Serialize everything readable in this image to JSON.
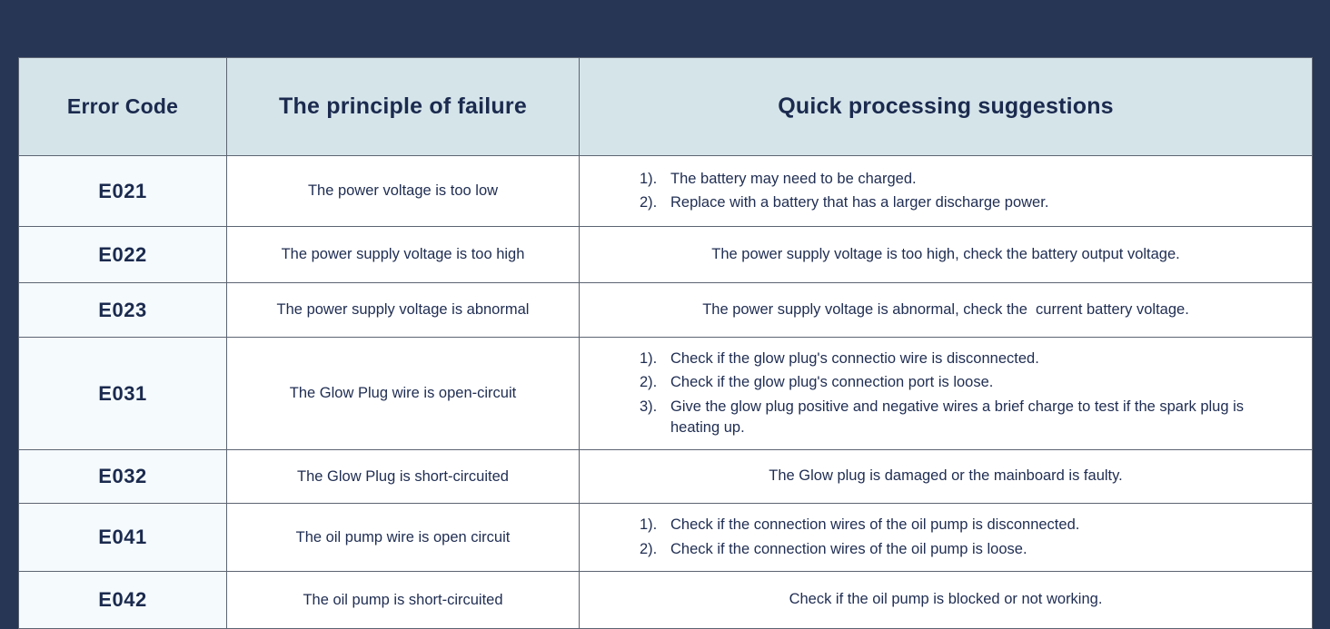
{
  "theme": {
    "page_background": "#273655",
    "header_background": "#d5e4e9",
    "code_cell_background": "#f5fafd",
    "cell_background": "#ffffff",
    "text_color": "#1f2d52",
    "heading_color": "#1b2a4e",
    "border_color": "#5c6472"
  },
  "table": {
    "headers": {
      "code": "Error Code",
      "reason": "The principle of failure",
      "fix": "Quick processing suggestions"
    },
    "rows": [
      {
        "code": "E021",
        "reason": "The power voltage is too low",
        "fix_type": "list",
        "fix_items": [
          {
            "num": "1).",
            "text": "The battery may need to be charged."
          },
          {
            "num": "2).",
            "text": "Replace with a battery that has a larger discharge power."
          }
        ]
      },
      {
        "code": "E022",
        "reason": "The power supply voltage is too high",
        "fix_type": "single",
        "fix_text": "The power supply voltage is too high, check the battery output voltage."
      },
      {
        "code": "E023",
        "reason": "The power supply voltage is  abnormal",
        "fix_type": "single",
        "fix_text": "The power supply voltage is abnormal, check the  current battery voltage."
      },
      {
        "code": "E031",
        "reason": "The Glow Plug wire is open-circuit",
        "fix_type": "list",
        "fix_items": [
          {
            "num": "1).",
            "text": "Check if the glow plug's connectio wire is disconnected."
          },
          {
            "num": "2).",
            "text": "Check if the glow plug's connection port is loose."
          },
          {
            "num": "3).",
            "text": "Give the glow plug positive and negative wires a brief charge to test if the spark plug is heating up."
          }
        ]
      },
      {
        "code": "E032",
        "reason": "The Glow Plug is short-circuited",
        "fix_type": "single",
        "fix_text": "The Glow plug is damaged or the mainboard is faulty."
      },
      {
        "code": "E041",
        "reason": "The oil pump wire is open circuit",
        "fix_type": "list",
        "fix_items": [
          {
            "num": "1).",
            "text": "Check if the connection wires of the oil pump is disconnected."
          },
          {
            "num": "2).",
            "text": "Check if the connection wires of the oil pump is loose."
          }
        ]
      },
      {
        "code": "E042",
        "reason": "The oil pump is short-circuited",
        "fix_type": "single",
        "fix_text": "Check if the oil pump is blocked or not working."
      }
    ]
  }
}
